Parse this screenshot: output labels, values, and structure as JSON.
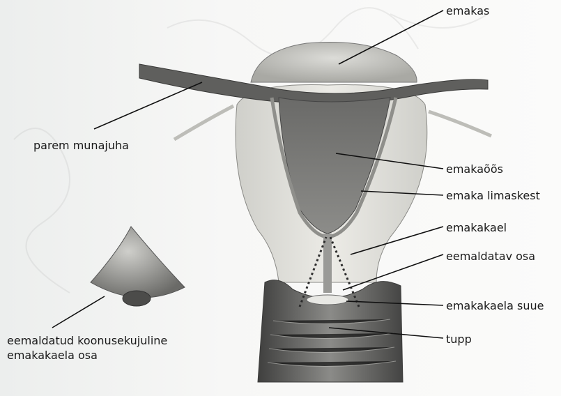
{
  "labels": {
    "uterus": "emakas",
    "right_fallopian_tube": "parem munajuha",
    "uterine_cavity": "emakaõõs",
    "endometrium": "emaka limaskest",
    "cervix": "emakakael",
    "removed_part": "eemaldatav osa",
    "cervical_os": "emakakaela suue",
    "vagina": "tupp",
    "removed_cone_line1": "eemaldatud koonusekujuline",
    "removed_cone_line2": "emakakaela osa"
  },
  "colors": {
    "background": "#f4f4f3",
    "tissue_light": "#e6e5e0",
    "tissue_dark": "#6e6e6c",
    "leader_line": "#111111",
    "dotted_cut": "#2a2a2a"
  }
}
